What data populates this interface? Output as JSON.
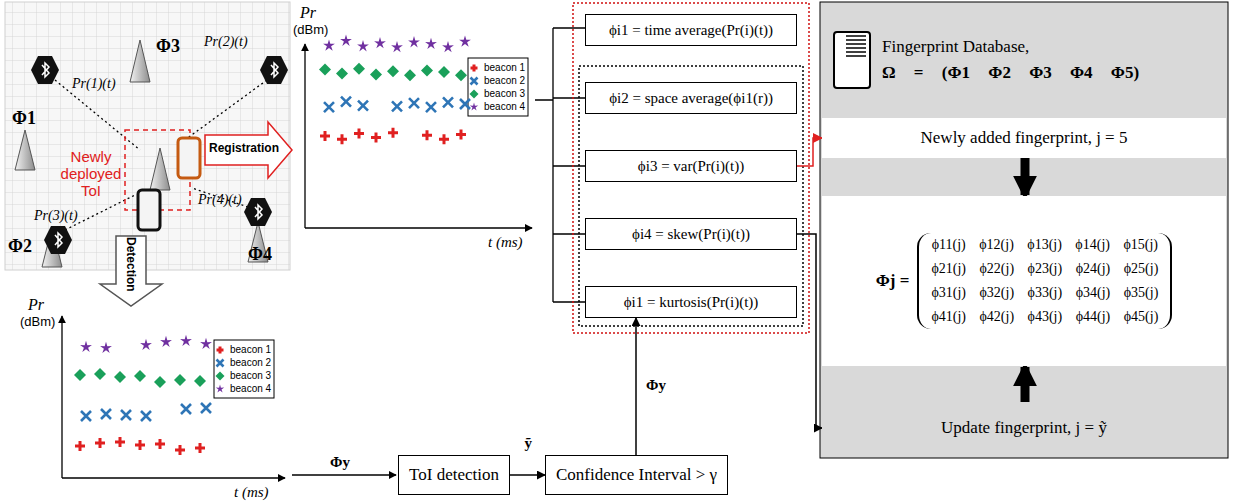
{
  "diagram": {
    "nodes": [
      {
        "text": [
          "ϕi1 = time average(Pr(i)(t))"
        ]
      },
      {
        "text": [
          "ϕi2 = space average(ϕi1(r))"
        ]
      },
      {
        "text": [
          "ϕi3 = var(Pr(i)(t))"
        ]
      },
      {
        "text": [
          "ϕi4 = skew(Pr(i)(t))"
        ]
      },
      {
        "text": [
          "ϕi1 = kurtosis(Pr(i)(t))"
        ]
      },
      {
        "text": [
          "Fingerprint Database,",
          "Ω = (Φ1 Φ2 Φ3 Φ4 Φ5)"
        ]
      },
      {
        "text": [
          "Newly added fingerprint, j = 5"
        ]
      },
      {
        "text": [
          "Φj =",
          "ϕ11(j) ϕ12(j) ϕ13(j) ϕ14(j) ϕ15(j)",
          "ϕ21(j) ϕ22(j) ϕ23(j) ϕ24(j) ϕ25(j)",
          "ϕ31(j) ϕ32(j) ϕ33(j) ϕ34(j) ϕ35(j)",
          "ϕ41(j) ϕ42(j) ϕ43(j) ϕ44(j) ϕ45(j)"
        ]
      },
      {
        "text": [
          "Update fingerprint, j = ỹ"
        ]
      },
      {
        "text": [
          "ToI detection"
        ]
      },
      {
        "text": [
          "Confidence Interval > γ"
        ]
      }
    ],
    "edges": [
      {
        "from": 2,
        "to": 6,
        "arrow": "to"
      },
      {
        "from": 3,
        "to": 8,
        "arrow": "to"
      },
      {
        "from": 6,
        "to": 7,
        "arrow": "to"
      },
      {
        "from": 8,
        "to": 7,
        "arrow": "to"
      },
      {
        "from": 9,
        "to": 10,
        "label": "ỹ",
        "arrow": "to"
      },
      {
        "from": 10,
        "to": 4,
        "label": "Φy",
        "arrow": "to"
      }
    ],
    "labels": [
      "Newly deployed ToI",
      "Registration",
      "Detection",
      "Φ1",
      "Φ2",
      "Φ3",
      "Φ4",
      "Pr(1)(t)",
      "Pr(2)(t)",
      "Pr(3)(t)",
      "Pr(4)(t)",
      "Pr",
      "(dBm)",
      "t (ms)",
      "Pr",
      "(dBm)",
      "t (ms)",
      "Φy"
    ],
    "legend": [
      {
        "text": "beacon 1"
      },
      {
        "text": "beacon 2"
      },
      {
        "text": "beacon 3"
      },
      {
        "text": "beacon 4"
      },
      {
        "text": "beacon 1"
      },
      {
        "text": "beacon 2"
      },
      {
        "text": "beacon 3"
      },
      {
        "text": "beacon 4"
      }
    ]
  }
}
